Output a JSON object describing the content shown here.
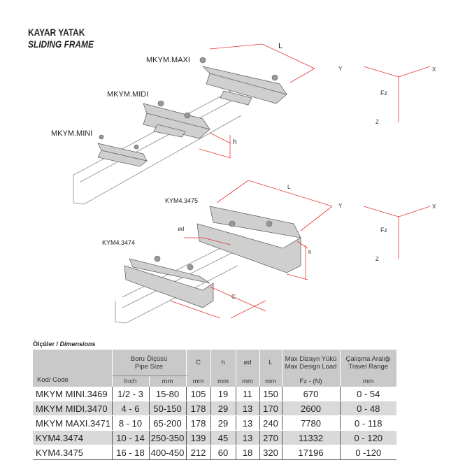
{
  "title": {
    "tr": "KAYAR YATAK",
    "en": "SLIDING FRAME"
  },
  "drawing": {
    "labels": {
      "maxi": "MKYM.MAXI",
      "midi": "MKYM.MIDI",
      "mini": "MKYM.MINI",
      "kym3475": "KYM4.3475",
      "kym3474": "KYM4.3474"
    },
    "dims": {
      "L": "L",
      "h": "h",
      "od": "ød",
      "c": "C"
    },
    "axes": {
      "x": "X",
      "y": "Y",
      "z": "Z",
      "fz": "Fz"
    },
    "dim_color": "#e53935"
  },
  "dimensions": {
    "title_tr": "Ölçüler /",
    "title_en": "Dimensions",
    "headers": {
      "code": "Kod/ Code",
      "pipe_tr": "Boru Ölçüsü",
      "pipe_en": "Pipe Size",
      "inch": "Inch",
      "mm": "mm",
      "c": "C",
      "h": "h",
      "od": "ød",
      "l": "L",
      "unit": "mm",
      "load_tr": "Max Dizayn Yükü",
      "load_en": "Max Design Load",
      "load_unit": "Fz - (N)",
      "travel_tr": "Çalışma Aralığı",
      "travel_en": "Travel Range",
      "travel_unit": "mm"
    },
    "rows": [
      {
        "code": "MKYM MINI.3469",
        "inch": "1/2 - 3",
        "mm": "15-80",
        "c": "105",
        "h": "19",
        "od": "11",
        "l": "150",
        "load": "670",
        "travel": "0 - 54"
      },
      {
        "code": "MKYM MIDI.3470",
        "inch": "4 - 6",
        "mm": "50-150",
        "c": "178",
        "h": "29",
        "od": "13",
        "l": "170",
        "load": "2600",
        "travel": "0 - 48"
      },
      {
        "code": "MKYM MAXI.3471",
        "inch": "8 - 10",
        "mm": "65-200",
        "c": "178",
        "h": "29",
        "od": "13",
        "l": "240",
        "load": "7780",
        "travel": "0 - 118"
      },
      {
        "code": "KYM4.3474",
        "inch": "10 - 14",
        "mm": "250-350",
        "c": "139",
        "h": "45",
        "od": "13",
        "l": "270",
        "load": "11332",
        "travel": "0 - 120"
      },
      {
        "code": "KYM4.3475",
        "inch": "16 - 18",
        "mm": "400-450",
        "c": "212",
        "h": "60",
        "od": "18",
        "l": "320",
        "load": "17196",
        "travel": "0 -120"
      }
    ]
  }
}
